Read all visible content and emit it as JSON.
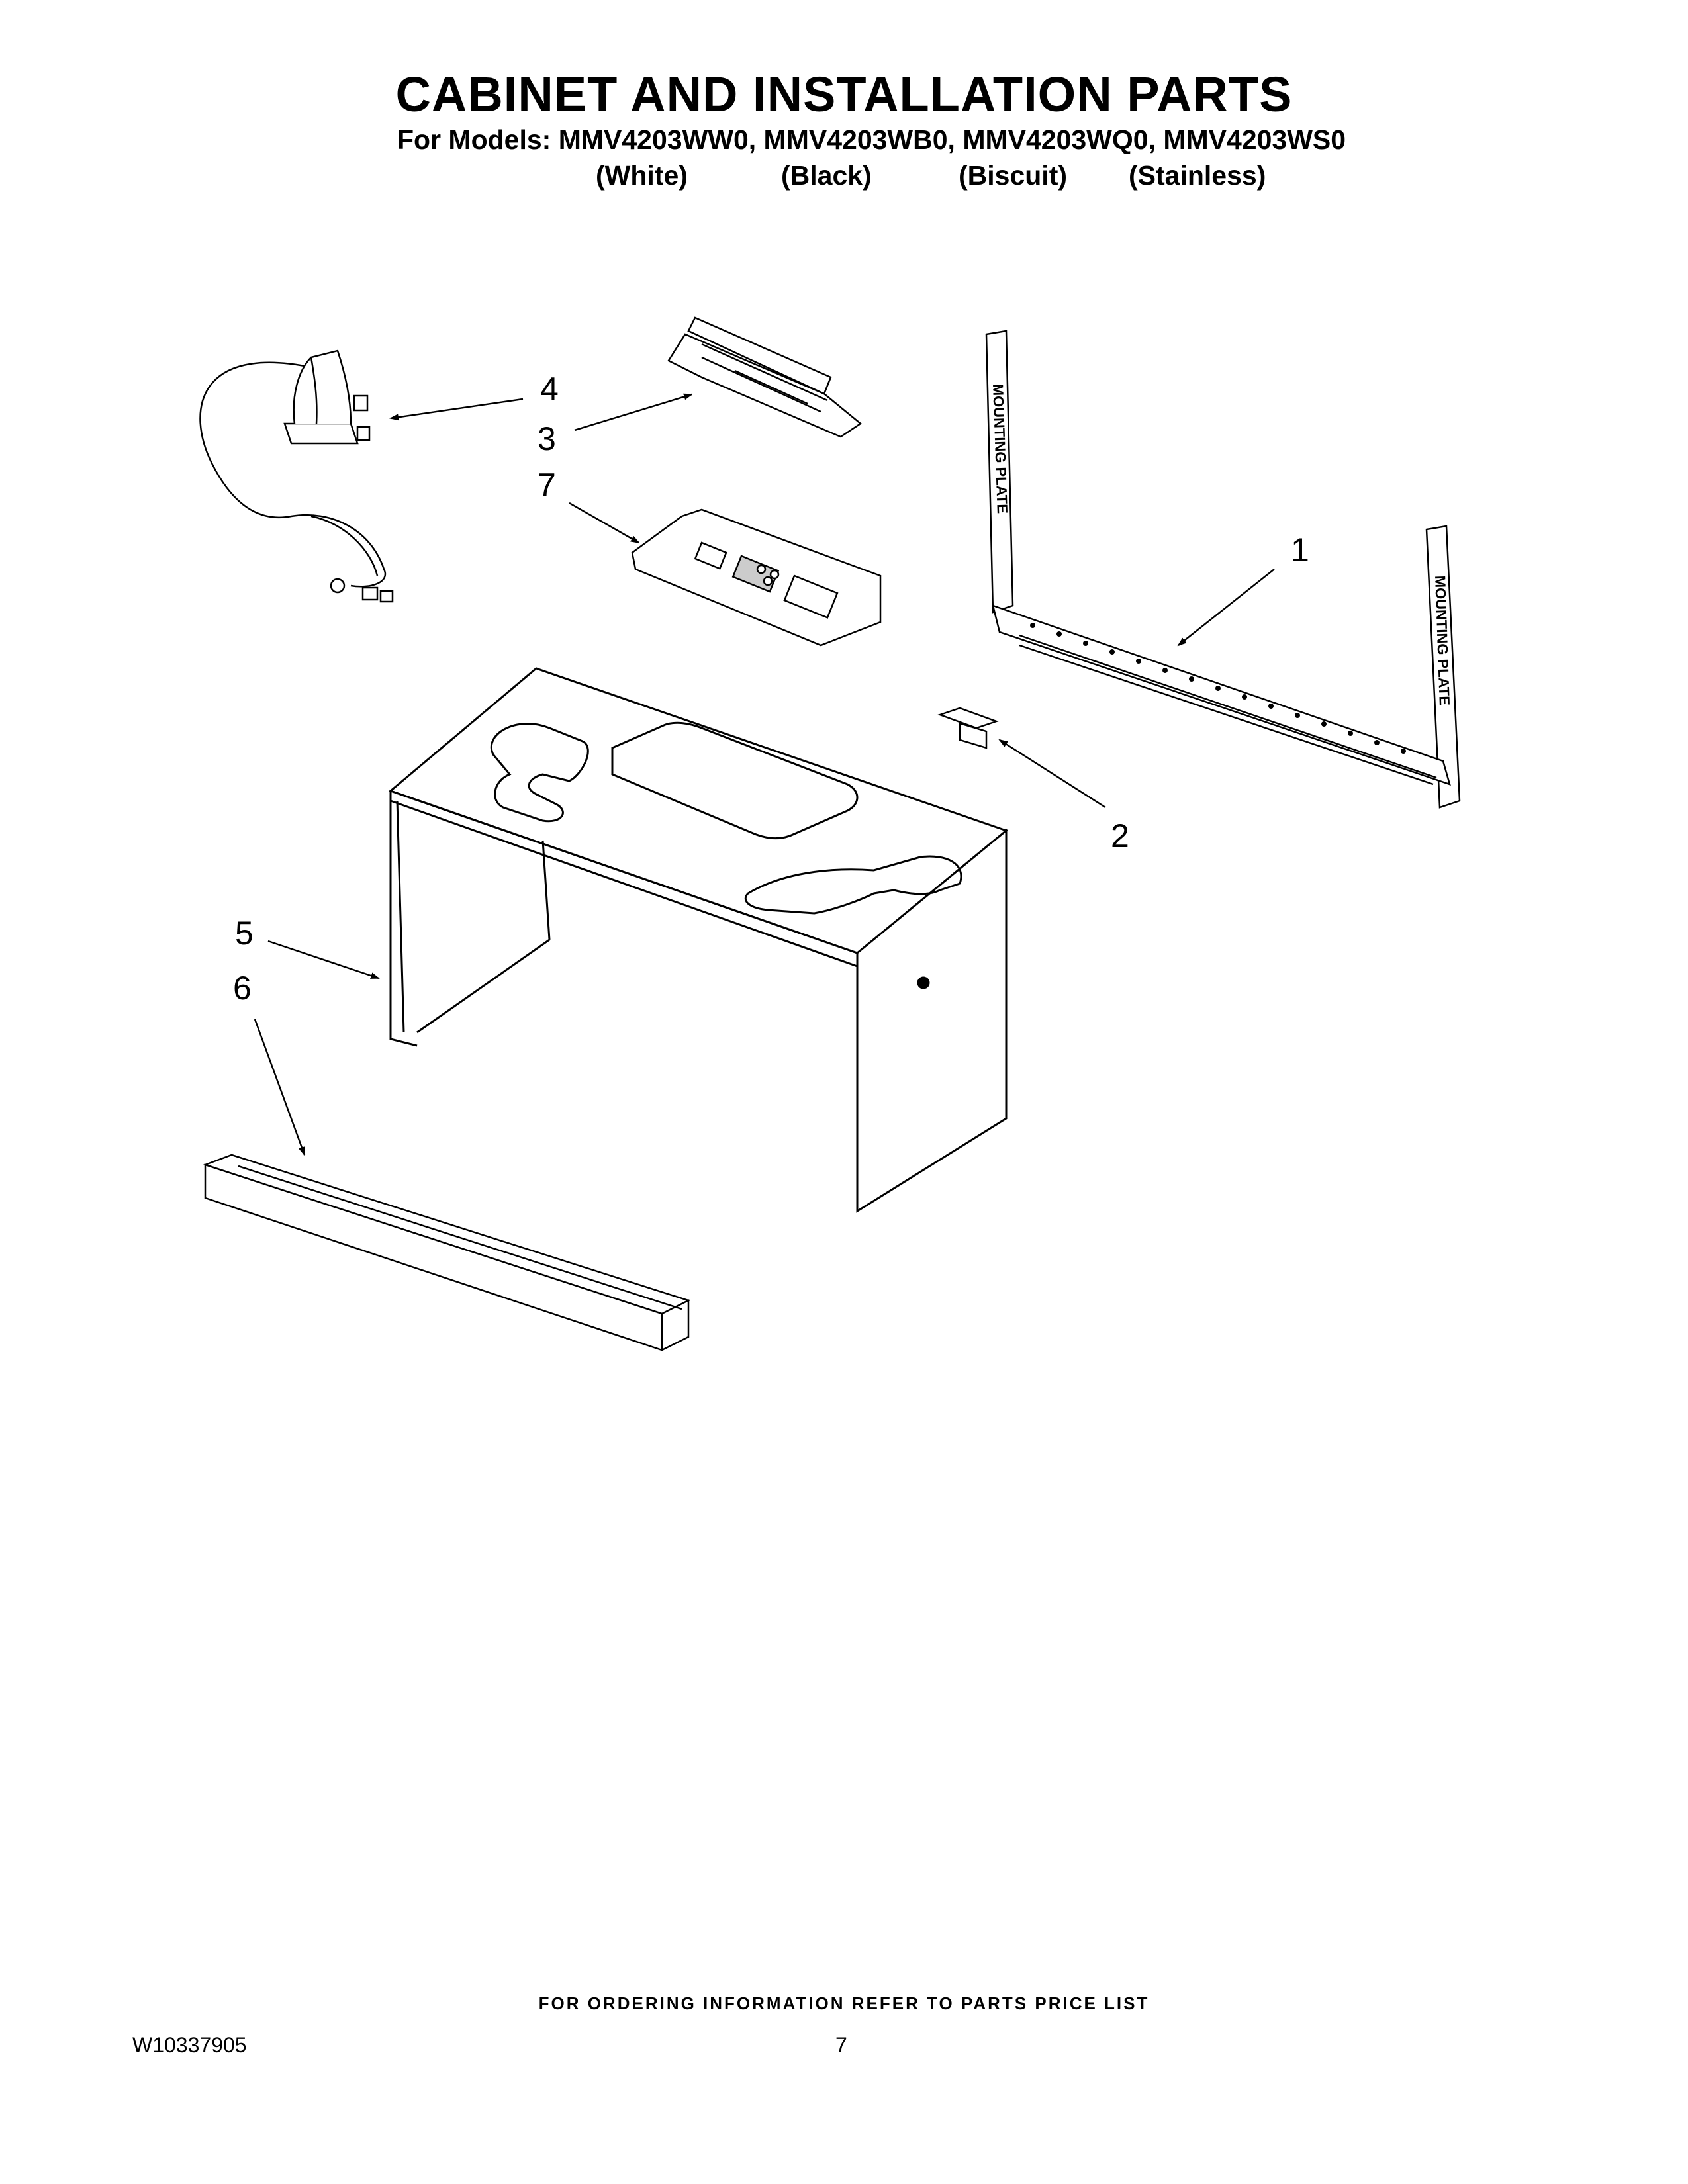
{
  "header": {
    "title": "CABINET AND INSTALLATION PARTS",
    "models_line": "For Models: MMV4203WW0, MMV4203WB0, MMV4203WQ0, MMV4203WS0",
    "colors": [
      "(White)",
      "(Black)",
      "(Biscuit)",
      "(Stainless)"
    ]
  },
  "diagram": {
    "callouts": [
      "1",
      "2",
      "3",
      "4",
      "5",
      "6",
      "7"
    ],
    "plate_text": "MOUNTING PLATE"
  },
  "footer": {
    "note": "FOR ORDERING INFORMATION REFER TO PARTS PRICE LIST",
    "document_number": "W10337905",
    "page_number": "7"
  }
}
